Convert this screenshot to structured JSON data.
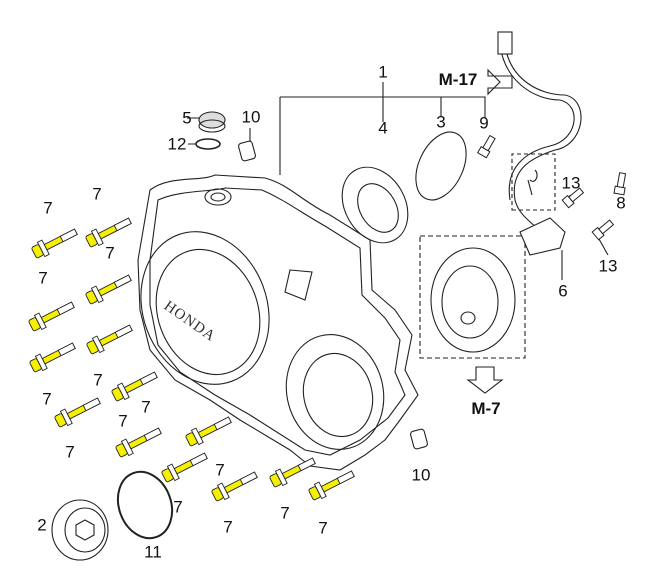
{
  "diagram": {
    "part_labels": [
      "1",
      "4",
      "3",
      "9",
      "5",
      "12",
      "10",
      "7",
      "7",
      "7",
      "7",
      "7",
      "7",
      "7",
      "7",
      "7",
      "7",
      "7",
      "7",
      "7",
      "7",
      "13",
      "8",
      "13",
      "6",
      "10",
      "2",
      "11"
    ],
    "references": {
      "top": "M-17",
      "bottom": "M-7"
    },
    "logo_text": "HONDA",
    "colors": {
      "bolt": "#f5f000",
      "line": "#222222",
      "background": "#ffffff"
    }
  }
}
